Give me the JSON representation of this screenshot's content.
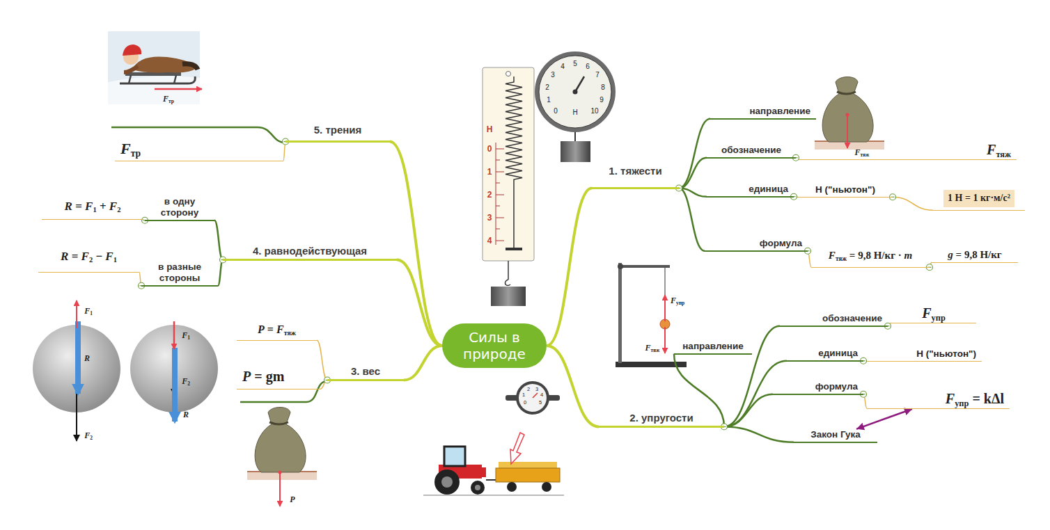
{
  "diagram": {
    "nodes": [
      {
        "text": [
          "Силы в природе"
        ]
      },
      {
        "text": [
          "1. тяжести"
        ]
      },
      {
        "text": [
          "направление"
        ]
      },
      {
        "text": [
          "обозначение"
        ]
      },
      {
        "text": [
          "Fтяж"
        ]
      },
      {
        "text": [
          "единица"
        ]
      },
      {
        "text": [
          "Н (\"ньютон\")"
        ]
      },
      {
        "text": [
          "1 Н = 1 кг·м/с²"
        ]
      },
      {
        "text": [
          "формула"
        ]
      },
      {
        "text": [
          "Fтяж = 9,8 Н/кг · m"
        ]
      },
      {
        "text": [
          "g = 9,8 Н/кг"
        ]
      },
      {
        "text": [
          "2. упругости"
        ]
      },
      {
        "text": [
          "направление"
        ]
      },
      {
        "text": [
          "обозначение"
        ]
      },
      {
        "text": [
          "Fупр"
        ]
      },
      {
        "text": [
          "единица"
        ]
      },
      {
        "text": [
          "Н (\"ньютон\")"
        ]
      },
      {
        "text": [
          "формула"
        ]
      },
      {
        "text": [
          "Fупр = kΔl"
        ]
      },
      {
        "text": [
          "Закон Гука"
        ]
      },
      {
        "text": [
          "3. вес"
        ]
      },
      {
        "text": [
          "P = Fтяж"
        ]
      },
      {
        "text": [
          "P = gm"
        ]
      },
      {
        "text": [
          "4. равнодействующая"
        ]
      },
      {
        "text": [
          "в одну сторону"
        ]
      },
      {
        "text": [
          "R = F1 + F2"
        ]
      },
      {
        "text": [
          "в разные стороны"
        ]
      },
      {
        "text": [
          "R = F2 − F1"
        ]
      },
      {
        "text": [
          "5. трения"
        ]
      },
      {
        "text": [
          "Fтр"
        ]
      }
    ],
    "edges": [
      {
        "from": 0,
        "to": 1,
        "arrow": "none"
      },
      {
        "from": 1,
        "to": 2,
        "arrow": "none"
      },
      {
        "from": 1,
        "to": 3,
        "arrow": "none"
      },
      {
        "from": 3,
        "to": 4,
        "arrow": "none"
      },
      {
        "from": 1,
        "to": 5,
        "arrow": "none"
      },
      {
        "from": 5,
        "to": 6,
        "arrow": "none"
      },
      {
        "from": 6,
        "to": 7,
        "arrow": "none"
      },
      {
        "from": 1,
        "to": 8,
        "arrow": "none"
      },
      {
        "from": 8,
        "to": 9,
        "arrow": "none"
      },
      {
        "from": 9,
        "to": 10,
        "arrow": "none"
      },
      {
        "from": 0,
        "to": 11,
        "arrow": "none"
      },
      {
        "from": 11,
        "to": 12,
        "arrow": "none"
      },
      {
        "from": 11,
        "to": 13,
        "arrow": "none"
      },
      {
        "from": 13,
        "to": 14,
        "arrow": "none"
      },
      {
        "from": 11,
        "to": 15,
        "arrow": "none"
      },
      {
        "from": 15,
        "to": 16,
        "arrow": "none"
      },
      {
        "from": 11,
        "to": 17,
        "arrow": "none"
      },
      {
        "from": 17,
        "to": 18,
        "arrow": "none"
      },
      {
        "from": 11,
        "to": 19,
        "arrow": "none"
      },
      {
        "from": 19,
        "to": 18,
        "arrow": "both"
      },
      {
        "from": 0,
        "to": 20,
        "arrow": "none"
      },
      {
        "from": 20,
        "to": 21,
        "arrow": "none"
      },
      {
        "from": 20,
        "to": 22,
        "arrow": "none"
      },
      {
        "from": 0,
        "to": 23,
        "arrow": "none"
      },
      {
        "from": 23,
        "to": 24,
        "arrow": "none"
      },
      {
        "from": 24,
        "to": 25,
        "arrow": "none"
      },
      {
        "from": 23,
        "to": 26,
        "arrow": "none"
      },
      {
        "from": 26,
        "to": 27,
        "arrow": "none"
      },
      {
        "from": 0,
        "to": 28,
        "arrow": "none"
      },
      {
        "from": 28,
        "to": 29,
        "arrow": "none"
      }
    ],
    "labels": [
      "Fтр",
      "Н",
      "0",
      "1",
      "2",
      "3",
      "4",
      "0",
      "1",
      "2",
      "3",
      "4",
      "5",
      "6",
      "7",
      "8",
      "9",
      "10",
      "Н",
      "0",
      "1",
      "2",
      "3",
      "4",
      "5",
      "Fтяж",
      "Fупр",
      "Fтяж",
      "F1",
      "R",
      "F2",
      "F1",
      "F2",
      "R",
      "P"
    ]
  }
}
